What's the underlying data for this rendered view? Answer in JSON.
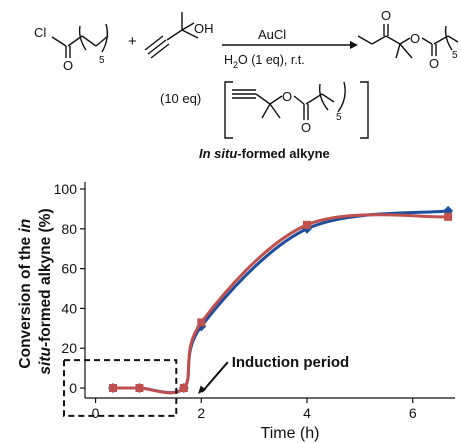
{
  "scheme": {
    "reagent_label": "AuCl",
    "conditions_prefix": "H",
    "conditions_sub": "2",
    "conditions_suffix": "O (1 eq), r.t.",
    "equiv_label": "(10 eq)",
    "acid_chloride_atom": "Cl",
    "alcohol_group": "OH",
    "chain_repeat": "5",
    "plus_sign": "+",
    "intermediate_caption_italic": "In situ",
    "intermediate_caption_rest": "-formed alkyne"
  },
  "chart_data": {
    "type": "line",
    "xlabel": "Time (h)",
    "ylabel_line1_prefix": "Conversion of the ",
    "ylabel_line1_italic": "in",
    "ylabel_line2_italic": "situ",
    "ylabel_line2_rest": "-formed alkyne (%)",
    "xlim": [
      -0.2,
      6.8
    ],
    "ylim": [
      -5,
      102
    ],
    "xticks": [
      0,
      2,
      4,
      6
    ],
    "yticks": [
      0,
      20,
      40,
      60,
      80,
      100
    ],
    "series": [
      {
        "color": "#1f4e9c",
        "marker": "diamond",
        "x": [
          0.33,
          0.83,
          1.67,
          2,
          4,
          6.67
        ],
        "values": [
          0,
          0,
          0,
          31,
          80,
          89
        ]
      },
      {
        "color": "#c0504d",
        "marker": "square",
        "x": [
          0.33,
          0.83,
          1.67,
          2,
          4,
          6.67
        ],
        "values": [
          0,
          0,
          0,
          33,
          82,
          86
        ]
      }
    ],
    "annotation": "Induction period"
  }
}
